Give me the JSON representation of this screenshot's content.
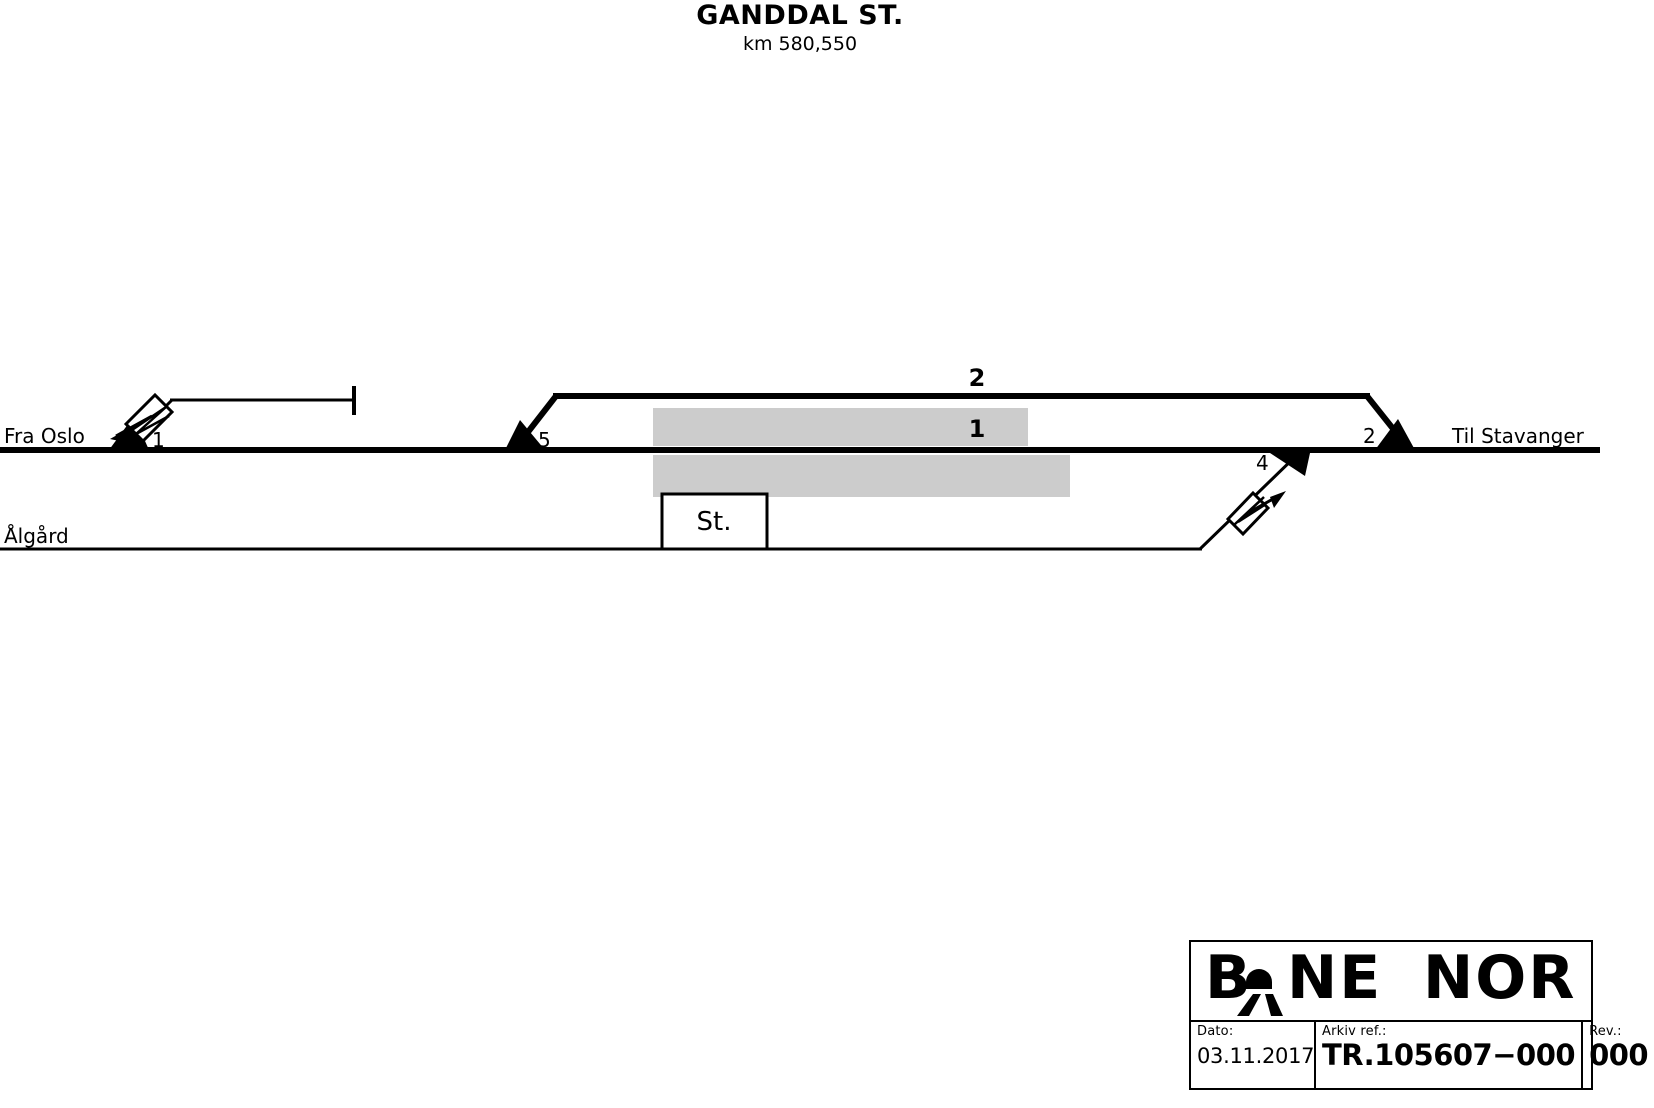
{
  "header": {
    "station_name": "GANDDAL ST.",
    "kilometrage": "km 580,550"
  },
  "diagram": {
    "line_labels": {
      "left_main": "Fra Oslo",
      "right_main": "Til Stavanger",
      "lower_line": "Ålgård"
    },
    "station_building": "St.",
    "track_numbers": {
      "upper_loop": "2",
      "platform_track": "1"
    },
    "switches": [
      {
        "id": "switch-1",
        "label": "1"
      },
      {
        "id": "switch-5",
        "label": "5"
      },
      {
        "id": "switch-2",
        "label": "2"
      },
      {
        "id": "switch-4",
        "label": "4"
      }
    ],
    "colors": {
      "line": "#000000",
      "platform_fill": "#cccccc",
      "background": "#ffffff"
    }
  },
  "titleblock": {
    "logo_text": "B NE NOR",
    "logo_word_1": "B",
    "logo_word_2": "NE",
    "logo_word_3": "NOR",
    "date_label": "Dato:",
    "date_value": "03.11.2017",
    "archive_label": "Arkiv ref.:",
    "archive_value": "TR.105607−000",
    "revision_label": "Rev.:",
    "revision_value": "000"
  }
}
